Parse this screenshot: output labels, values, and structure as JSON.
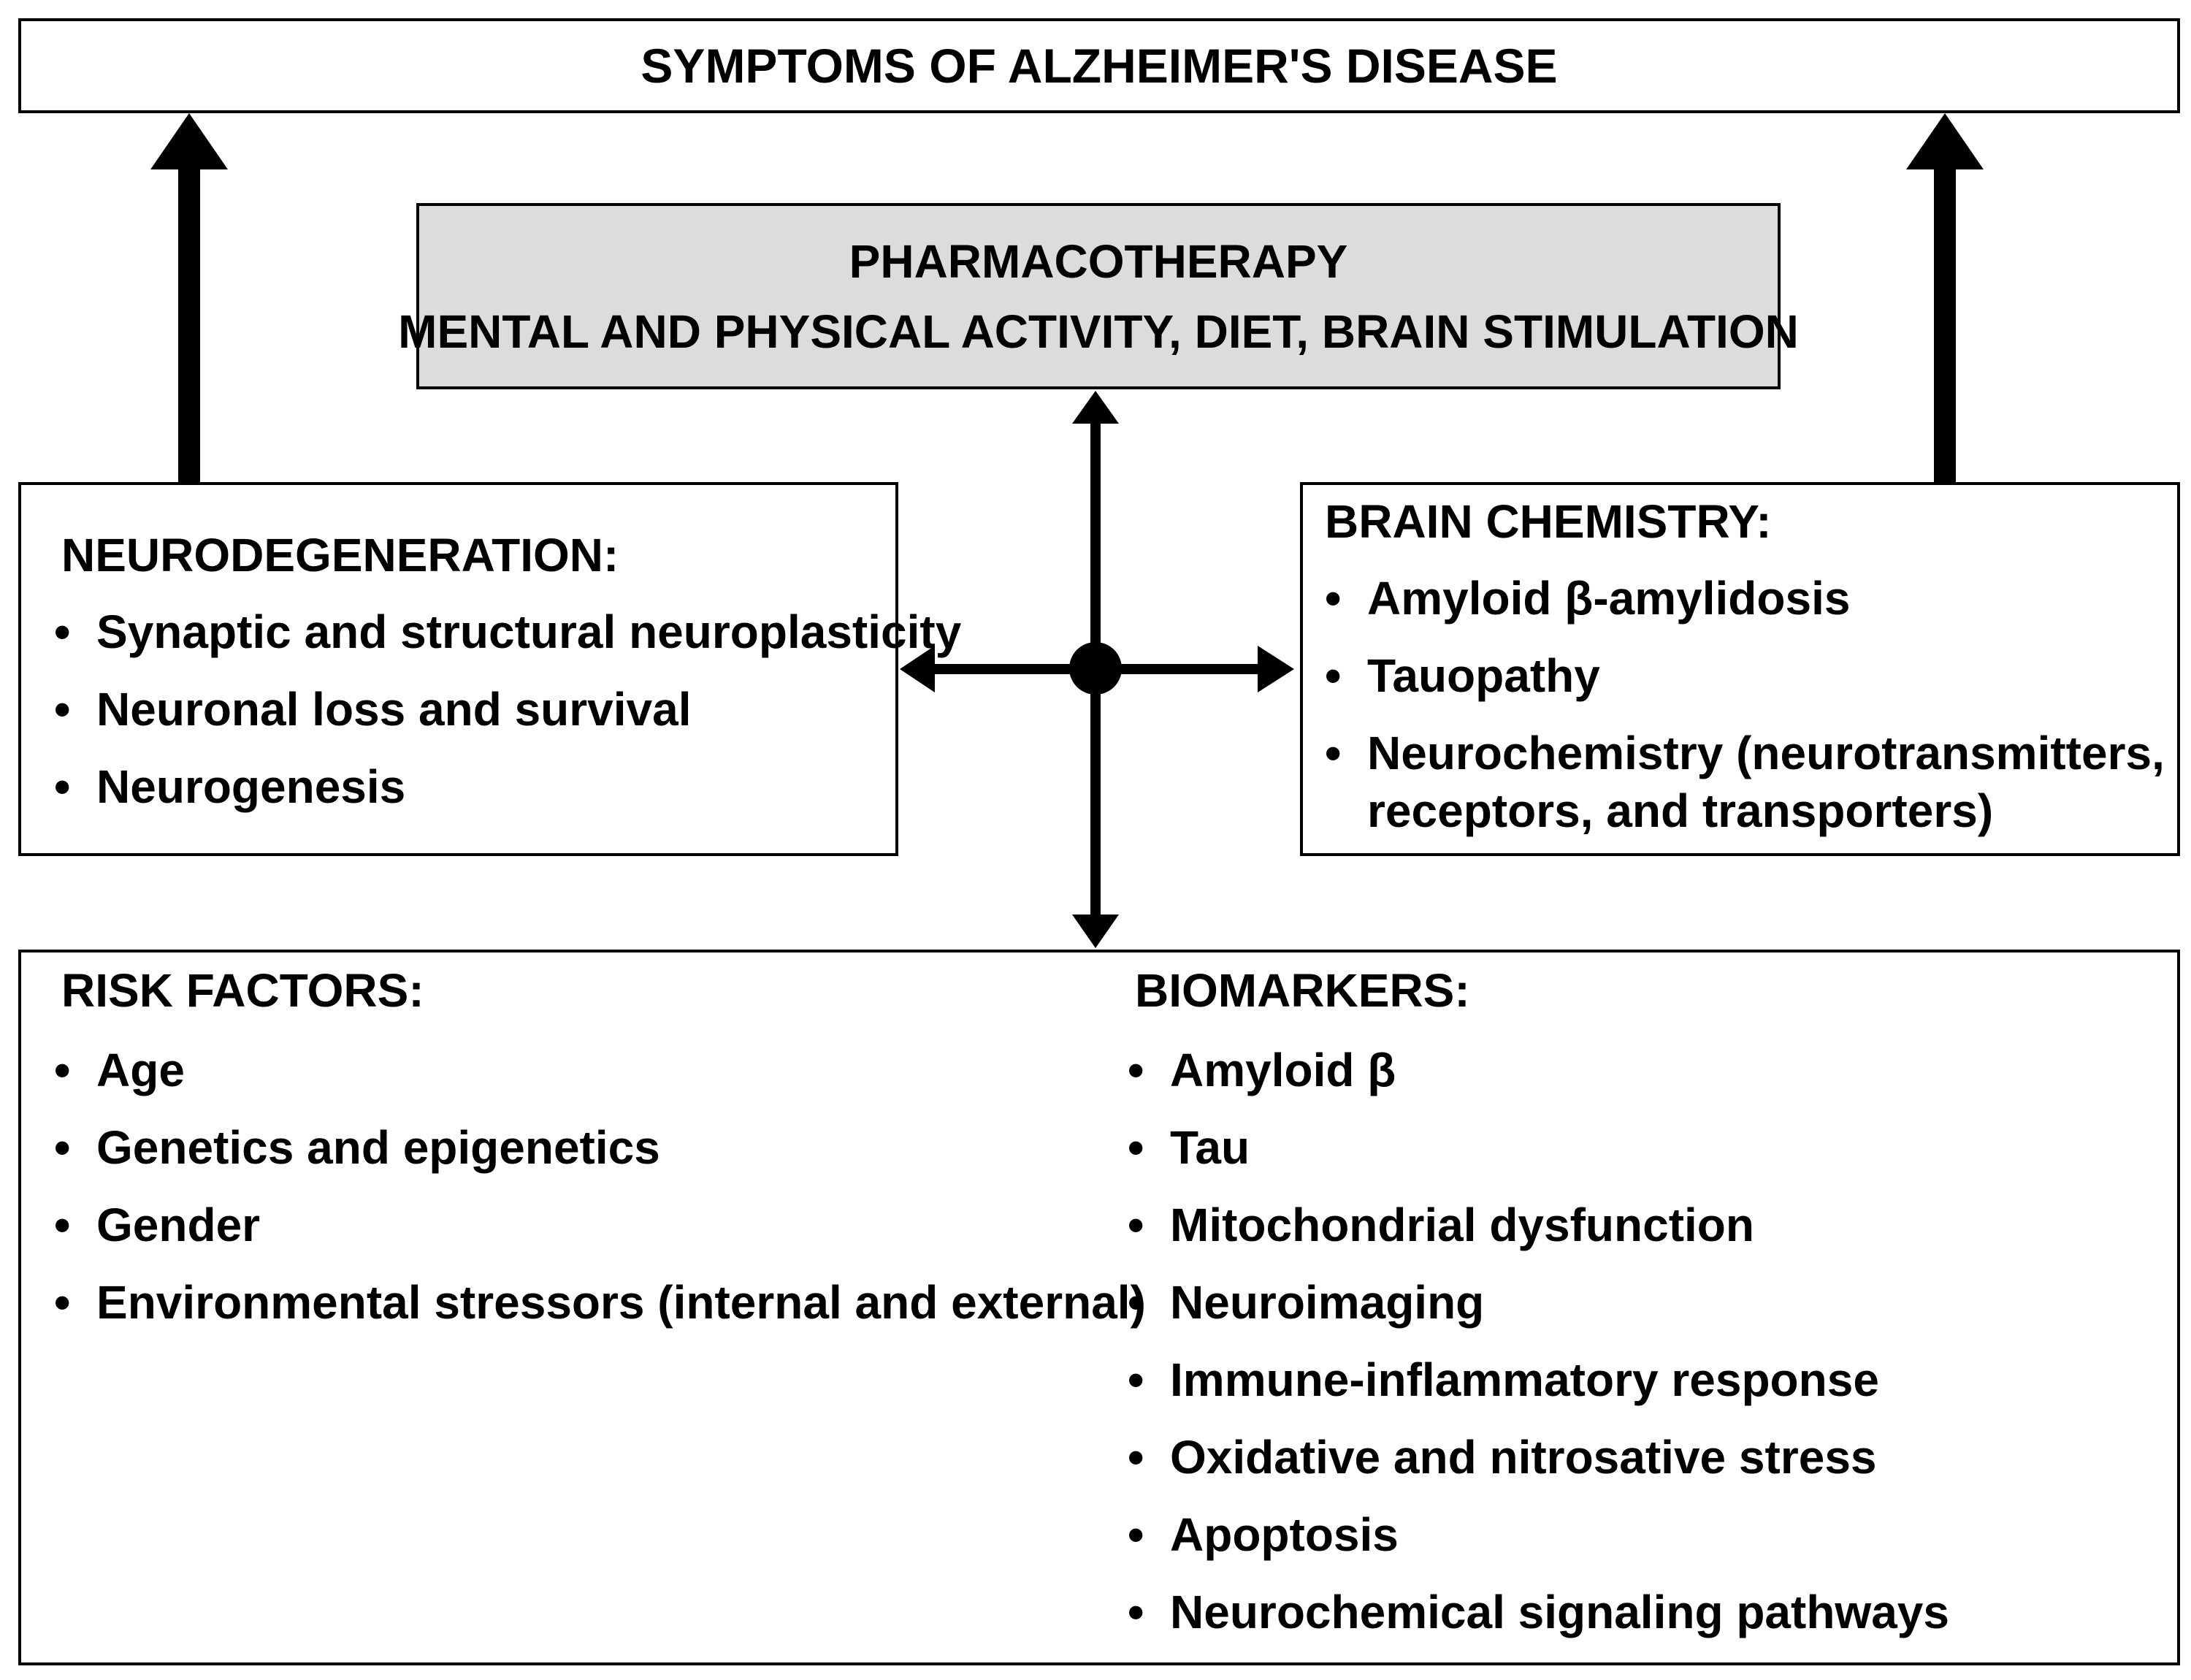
{
  "title": "SYMPTOMS OF ALZHEIMER'S DISEASE",
  "interventions": {
    "line1": "PHARMACOTHERAPY",
    "line2": "MENTAL AND PHYSICAL ACTIVITY, DIET, BRAIN STIMULATION"
  },
  "neurodegeneration": {
    "heading": "NEURODEGENERATION:",
    "items": [
      "Synaptic and structural neuroplasticity",
      "Neuronal loss and survival",
      "Neurogenesis"
    ]
  },
  "brain_chemistry": {
    "heading": "BRAIN CHEMISTRY:",
    "items": [
      "Amyloid β-amylidosis",
      "Tauopathy",
      "Neurochemistry (neurotransmitters,"
    ],
    "item3_continuation": "receptors, and transporters)"
  },
  "risk_factors": {
    "heading": "RISK FACTORS:",
    "items": [
      "Age",
      "Genetics and epigenetics",
      "Gender",
      "Environmental stressors (internal and external)"
    ]
  },
  "biomarkers": {
    "heading": "BIOMARKERS:",
    "items": [
      "Amyloid β",
      "Tau",
      "Mitochondrial dysfunction",
      "Neuroimaging",
      "Immune-inflammatory response",
      "Oxidative and nitrosative stress",
      "Apoptosis",
      "Neurochemical signaling pathways"
    ]
  },
  "bullet": "•",
  "colors": {
    "line": "#000000",
    "intervention_fill": "#dcdcdc",
    "background": "#ffffff"
  }
}
